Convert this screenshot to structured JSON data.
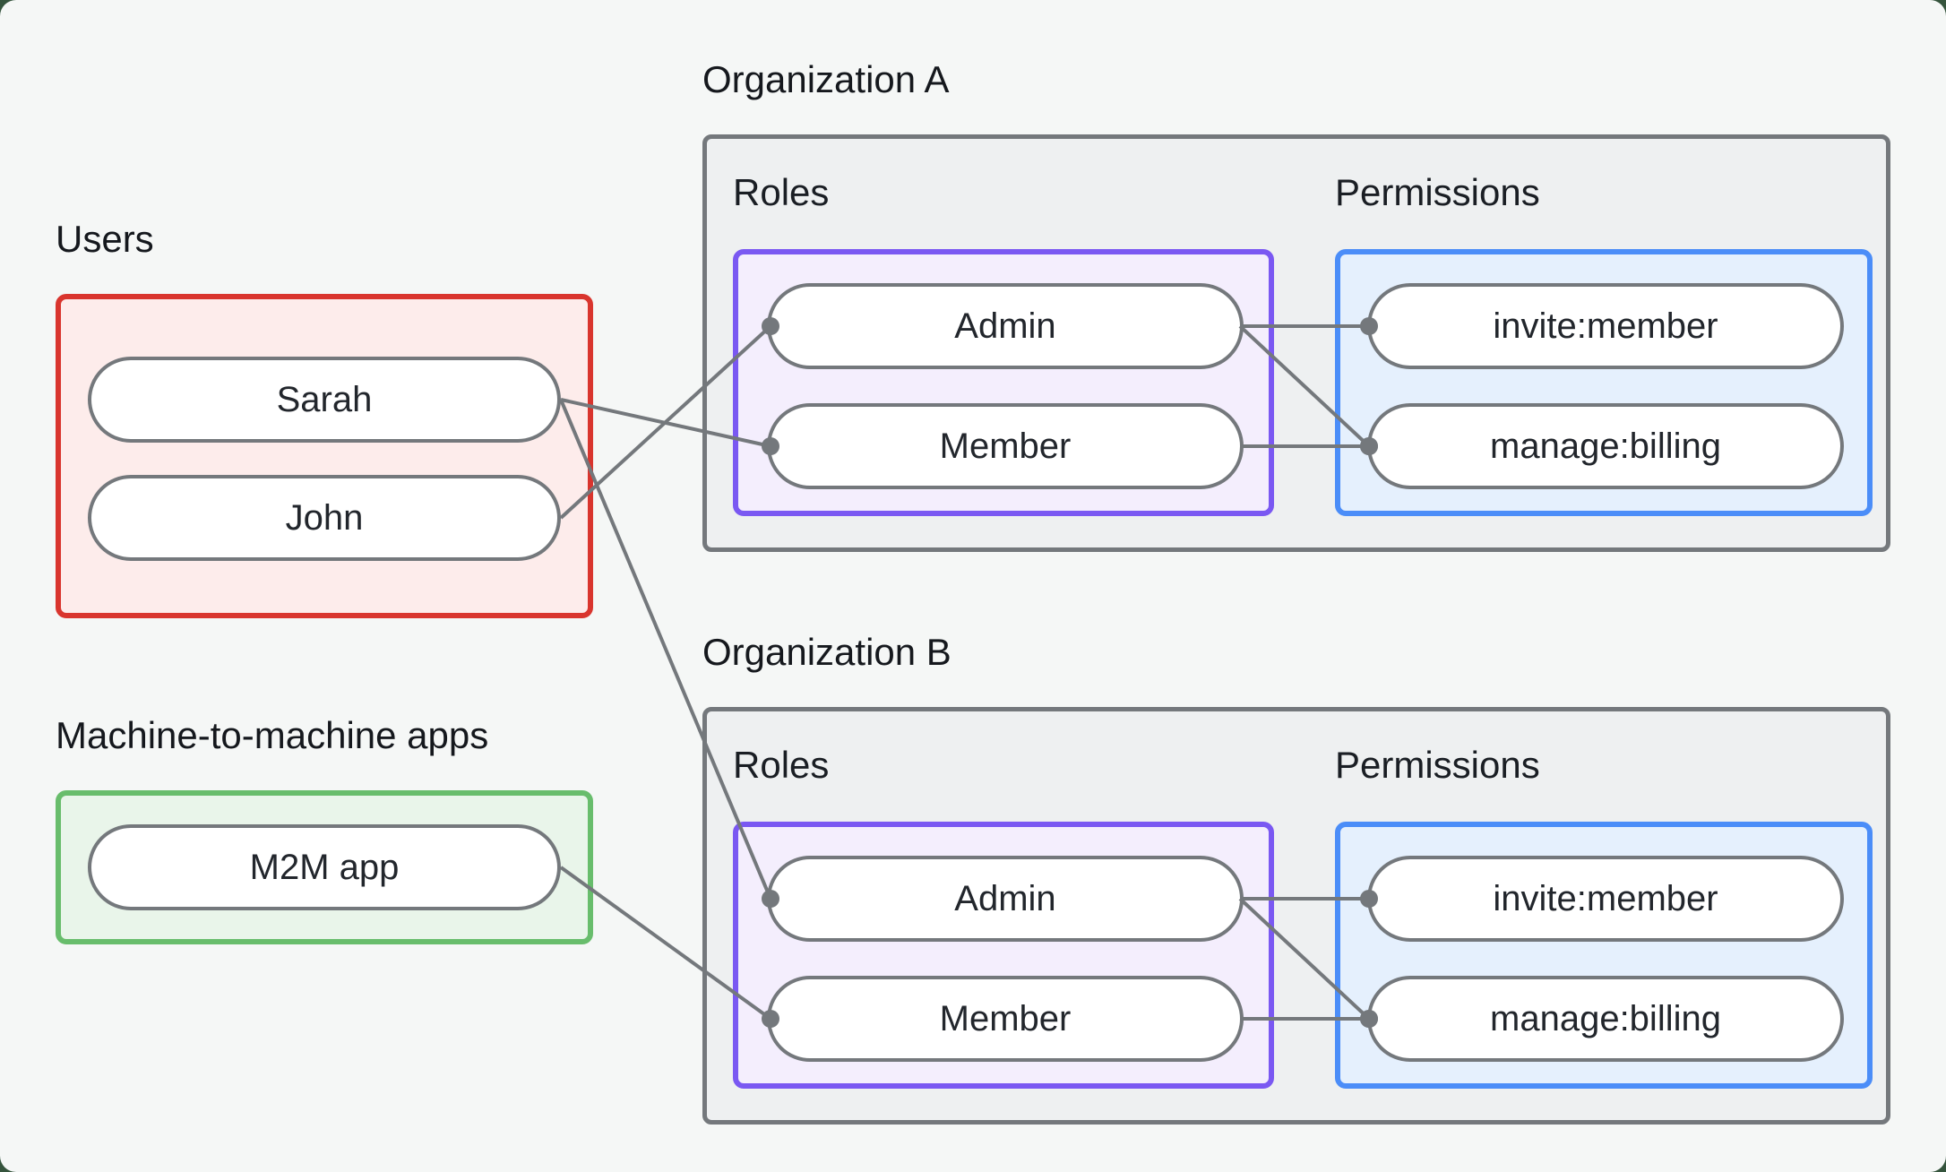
{
  "palette": {
    "frame_bg": "#35543d",
    "card_bg": "#f5f7f6",
    "line": "#74787c",
    "users_border": "#d9352e",
    "users_fill": "#fdeceb",
    "m2m_border": "#68bd6c",
    "m2m_fill": "#e9f5ea",
    "org_border": "#74787c",
    "org_fill": "#eef0f1",
    "roles_border": "#7a58f2",
    "roles_fill": "#f4eefd",
    "permissions_border": "#4b8df8",
    "permissions_fill": "#e5f0fd"
  },
  "users_section": {
    "label": "Users",
    "items": [
      {
        "id": "sarah",
        "label": "Sarah"
      },
      {
        "id": "john",
        "label": "John"
      }
    ]
  },
  "m2m_section": {
    "label": "Machine-to-machine apps",
    "items": [
      {
        "id": "m2m",
        "label": "M2M app"
      }
    ]
  },
  "organizations": [
    {
      "title": "Organization A",
      "roles_label": "Roles",
      "permissions_label": "Permissions",
      "roles": [
        {
          "id": "orgA.admin",
          "label": "Admin"
        },
        {
          "id": "orgA.member",
          "label": "Member"
        }
      ],
      "permissions": [
        {
          "id": "orgA.invite",
          "label": "invite:member"
        },
        {
          "id": "orgA.manage",
          "label": "manage:billing"
        }
      ]
    },
    {
      "title": "Organization B",
      "roles_label": "Roles",
      "permissions_label": "Permissions",
      "roles": [
        {
          "id": "orgB.admin",
          "label": "Admin"
        },
        {
          "id": "orgB.member",
          "label": "Member"
        }
      ],
      "permissions": [
        {
          "id": "orgB.invite",
          "label": "invite:member"
        },
        {
          "id": "orgB.manage",
          "label": "manage:billing"
        }
      ]
    }
  ],
  "connections": [
    {
      "from": "sarah",
      "to": "orgA.member"
    },
    {
      "from": "john",
      "to": "orgA.admin"
    },
    {
      "from": "sarah",
      "to": "orgB.admin"
    },
    {
      "from": "m2m",
      "to": "orgB.member"
    },
    {
      "from": "orgA.admin",
      "to": "orgA.invite"
    },
    {
      "from": "orgA.admin",
      "to": "orgA.manage"
    },
    {
      "from": "orgA.member",
      "to": "orgA.manage"
    },
    {
      "from": "orgB.admin",
      "to": "orgB.invite"
    },
    {
      "from": "orgB.admin",
      "to": "orgB.manage"
    },
    {
      "from": "orgB.member",
      "to": "orgB.manage"
    }
  ]
}
